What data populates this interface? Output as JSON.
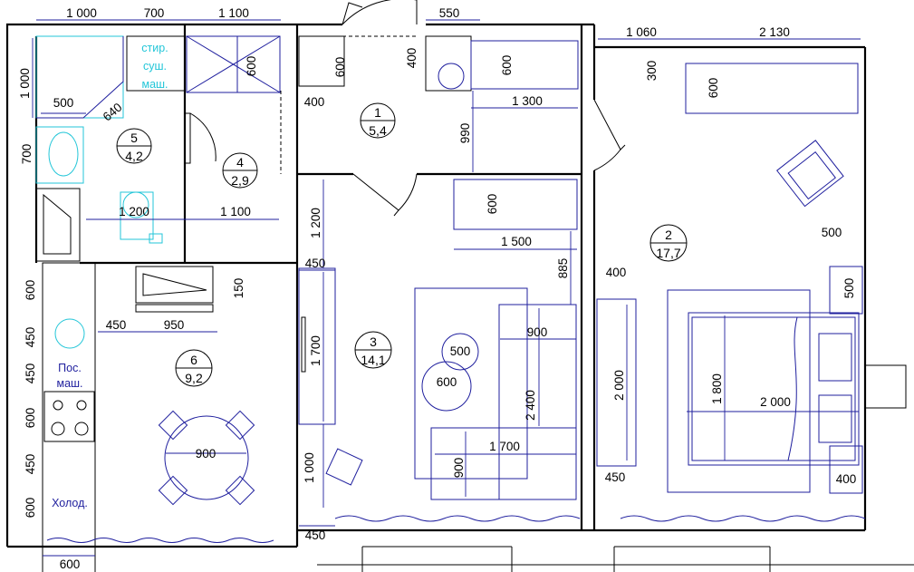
{
  "rooms": [
    {
      "number": "1",
      "area": "5,4"
    },
    {
      "number": "2",
      "area": "17,7"
    },
    {
      "number": "3",
      "area": "14,1"
    },
    {
      "number": "4",
      "area": "2,9"
    },
    {
      "number": "5",
      "area": "4,2"
    },
    {
      "number": "6",
      "area": "9,2"
    }
  ],
  "labels": {
    "washer_dryer": [
      "стир.",
      "суш.",
      "маш."
    ],
    "dishwasher": [
      "Пос.",
      "маш."
    ],
    "fridge": "Холод."
  },
  "dimensions": {
    "top_1000": "1 000",
    "top_700": "700",
    "top_1100": "1 100",
    "top_550": "550",
    "top_1060": "1 060",
    "top_2130": "2 130",
    "left_1000": "1 000",
    "bath_600": "600",
    "hall_600": "600",
    "hall_400a": "400",
    "hall_wardrobe_600": "600",
    "bed_300": "300",
    "bed_wardrobe_600": "600",
    "bath_500": "500",
    "bath_640": "640",
    "hall_400b": "400",
    "hall_1300": "1 300",
    "hall_990": "990",
    "bath_700": "700",
    "bath_1200": "1 200",
    "corr_1100": "1 100",
    "liv_wardrobe_600": "600",
    "liv_1200": "1 200",
    "liv_1500": "1 500",
    "bed_500a": "500",
    "liv_450a": "450",
    "liv_885": "885",
    "bed_400a": "400",
    "bed_500b": "500",
    "kit_600a": "600",
    "kit_150": "150",
    "kit_450a": "450",
    "kit_950": "950",
    "liv_900a": "900",
    "kit_450b": "450",
    "liv_1700a": "1 700",
    "liv_500": "500",
    "liv_600": "600",
    "kit_450c": "450",
    "liv_2400": "2 400",
    "bed_2000v": "2 000",
    "bed_1800": "1 800",
    "bed_2000h": "2 000",
    "kit_600b": "600",
    "kit_900": "900",
    "liv_1700b": "1 700",
    "kit_450d": "450",
    "liv_1000": "1 000",
    "liv_900b": "900",
    "bed_450": "450",
    "bed_400b": "400",
    "kit_600c": "600",
    "liv_450b": "450",
    "bottom_600": "600"
  }
}
